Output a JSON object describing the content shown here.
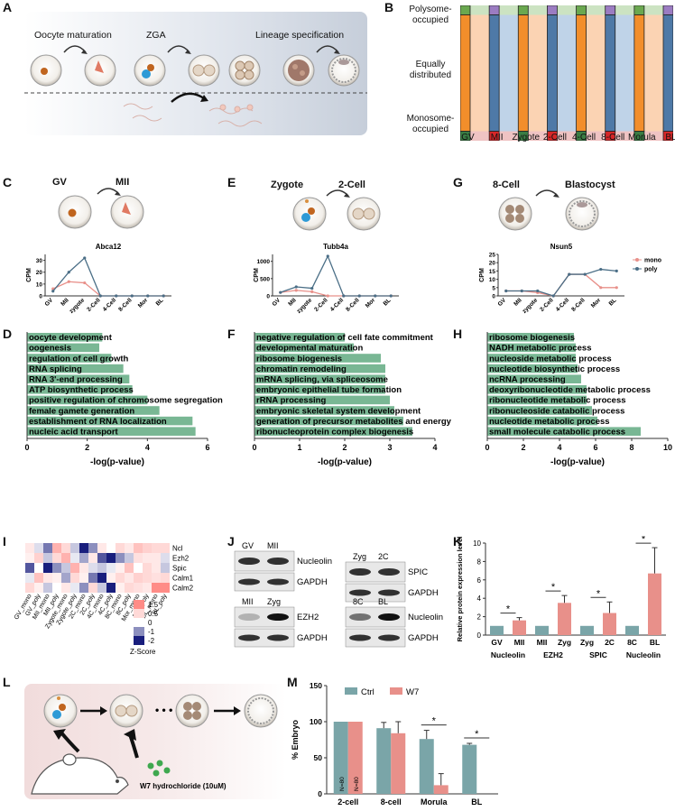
{
  "panels": {
    "A": {
      "label": "A",
      "oocyte_maturation": "Oocyte maturation",
      "zga": "ZGA",
      "lineage": "Lineage specification"
    },
    "B": {
      "label": "B",
      "row_labels": [
        "Polysome-\noccupied",
        "Equally\ndistributed",
        "Monosome-\noccupied"
      ],
      "stages": [
        "GV",
        "MII",
        "Zygote",
        "2-Cell",
        "4-Cell",
        "8-Cell",
        "Morula",
        "BL"
      ]
    },
    "C": {
      "label": "C",
      "from": "GV",
      "to": "MII",
      "gene": "Abca12",
      "ylabel": "CPM"
    },
    "E": {
      "label": "E",
      "from": "Zygote",
      "to": "2-Cell",
      "gene": "Tubb4a",
      "ylabel": "CPM"
    },
    "G": {
      "label": "G",
      "from": "8-Cell",
      "to": "Blastocyst",
      "gene": "Nsun5",
      "ylabel": "CPM",
      "legend_mono": "mono",
      "legend_poly": "poly"
    },
    "line_xticks": [
      "GV",
      "MII",
      "zygote",
      "2-Cell",
      "4-Cell",
      "8-Cell",
      "Mor",
      "BL"
    ],
    "D": {
      "label": "D",
      "xlabel": "-log(p-value)",
      "xticks": [
        "0",
        "2",
        "4",
        "6"
      ]
    },
    "F": {
      "label": "F",
      "xlabel": "-log(p-value)",
      "xticks": [
        "0",
        "1",
        "2",
        "3",
        "4"
      ]
    },
    "H": {
      "label": "H",
      "xlabel": "-log(p-value)",
      "xticks": [
        "0",
        "2",
        "4",
        "6",
        "8",
        "10"
      ]
    },
    "I": {
      "label": "I",
      "genes": [
        "Ncl",
        "Ezh2",
        "Spic",
        "Calm1",
        "Calm2"
      ],
      "columns": [
        "GV_mono",
        "GV_poly",
        "MII_mono",
        "MII_poly",
        "Zygote_mono",
        "Zygote_poly",
        "2C_mono",
        "2C_poly",
        "4C_mono",
        "4C_poly",
        "8C_mono",
        "8C_poly",
        "Mor_mono",
        "Mor_poly",
        "BL_mono",
        "BL_poly"
      ],
      "legend_ticks": [
        "1.5",
        "0.5",
        "0",
        "-1",
        "-2"
      ],
      "legend_title": "Z-Score"
    },
    "J": {
      "label": "J",
      "blots": [
        {
          "lanes": [
            "GV",
            "MII"
          ],
          "top": "Nucleolin",
          "bottom": "GAPDH"
        },
        {
          "lanes": [
            "Zyg",
            "2C"
          ],
          "top": "SPIC",
          "bottom": "GAPDH"
        },
        {
          "lanes": [
            "MII",
            "Zyg"
          ],
          "top": "EZH2",
          "bottom": "GAPDH"
        },
        {
          "lanes": [
            "8C",
            "BL"
          ],
          "top": "Nucleolin",
          "bottom": "GAPDH"
        }
      ]
    },
    "K": {
      "label": "K",
      "ylabel": "Relative protein expression level",
      "ticks": [
        "0",
        "2",
        "4",
        "6",
        "8",
        "10"
      ],
      "group_ticks": [
        "GV",
        "MII",
        "MII",
        "Zyg",
        "Zyg",
        "2C",
        "8C",
        "BL"
      ],
      "group_names": [
        "Nucleolin",
        "EZH2",
        "SPIC",
        "Nucleolin"
      ],
      "star": "*"
    },
    "L": {
      "label": "L",
      "treatment": "W7 hydrochloride (10uM)"
    },
    "M": {
      "label": "M",
      "ylabel": "% Embryo",
      "ticks": [
        "0",
        "50",
        "100",
        "150"
      ],
      "legend": [
        "Ctrl",
        "W7"
      ],
      "n_labels": [
        "N=80",
        "N=80"
      ],
      "star": "*"
    }
  },
  "colors": {
    "mono": "#e8908a",
    "poly": "#4a6e86",
    "go_bar": "#79b794",
    "ctrl": "#7aa5a8",
    "w7": "#e8908a"
  },
  "chart_data": [
    {
      "type": "line",
      "title": "Abca12",
      "ylabel": "CPM",
      "x": [
        "GV",
        "MII",
        "zygote",
        "2-Cell",
        "4-Cell",
        "8-Cell",
        "Mor",
        "BL"
      ],
      "series": [
        {
          "name": "mono",
          "values": [
            6,
            12,
            11,
            0,
            0,
            0,
            0,
            0
          ]
        },
        {
          "name": "poly",
          "values": [
            4,
            20,
            32,
            0,
            0,
            0,
            0,
            0
          ]
        }
      ],
      "ylim": [
        0,
        35
      ]
    },
    {
      "type": "line",
      "title": "Tubb4a",
      "ylabel": "CPM",
      "x": [
        "GV",
        "MII",
        "zygote",
        "2-Cell",
        "4-Cell",
        "8-Cell",
        "Mor",
        "BL"
      ],
      "series": [
        {
          "name": "mono",
          "values": [
            100,
            160,
            120,
            0,
            0,
            0,
            0,
            0
          ]
        },
        {
          "name": "poly",
          "values": [
            100,
            260,
            220,
            1150,
            0,
            0,
            0,
            0
          ]
        }
      ],
      "ylim": [
        0,
        1200
      ]
    },
    {
      "type": "line",
      "title": "Nsun5",
      "ylabel": "CPM",
      "x": [
        "GV",
        "MII",
        "zygote",
        "2-Cell",
        "4-Cell",
        "8-Cell",
        "Mor",
        "BL"
      ],
      "series": [
        {
          "name": "mono",
          "values": [
            3,
            3,
            2,
            0,
            13,
            13,
            5,
            5
          ]
        },
        {
          "name": "poly",
          "values": [
            3,
            3,
            3,
            0,
            13,
            13,
            16,
            15
          ]
        }
      ],
      "ylim": [
        0,
        25
      ]
    },
    {
      "type": "bar",
      "orientation": "horizontal",
      "xlabel": "-log(p-value)",
      "xlim": [
        0,
        6
      ],
      "categories": [
        "oocyte development",
        "oogenesis",
        "regulation of cell growth",
        "RNA splicing",
        "RNA 3'-end processing",
        "ATP biosynthetic process",
        "positive regulation of chromosome segregation",
        "female gamete generation",
        "establishment of RNA localization",
        "nucleic acid transport"
      ],
      "values": [
        2.5,
        2.4,
        2.8,
        3.2,
        3.4,
        3.5,
        4.0,
        4.4,
        5.5,
        5.6
      ]
    },
    {
      "type": "bar",
      "orientation": "horizontal",
      "xlabel": "-log(p-value)",
      "xlim": [
        0,
        4
      ],
      "categories": [
        "negative regulation of cell fate commitment",
        "developmental maturation",
        "ribosome biogenesis",
        "chromatin remodeling",
        "mRNA splicing, via spliceosome",
        "embryonic epithelial tube formation",
        "rRNA processing",
        "embryonic skeletal system development",
        "generation of precursor metabolites and energy",
        "ribonucleoprotein complex biogenesis"
      ],
      "values": [
        2.0,
        2.2,
        2.8,
        2.9,
        2.9,
        2.9,
        3.0,
        3.1,
        3.3,
        3.5
      ]
    },
    {
      "type": "bar",
      "orientation": "horizontal",
      "xlabel": "-log(p-value)",
      "xlim": [
        0,
        10
      ],
      "categories": [
        "ribosome biogenesis",
        "NADH metabolic process",
        "nucleoside metabolic process",
        "nucleotide biosynthetic process",
        "ncRNA processing",
        "deoxyribonucleotide metabolic process",
        "ribonucleotide metabolic process",
        "ribonucleoside catabolic process",
        "nucleotide metabolic process",
        "small molecule catabolic process"
      ],
      "values": [
        4.8,
        4.9,
        4.9,
        5.0,
        5.2,
        5.5,
        5.5,
        5.8,
        6.1,
        8.5
      ]
    },
    {
      "type": "heatmap",
      "rows": [
        "Ncl",
        "Ezh2",
        "Spic",
        "Calm1",
        "Calm2"
      ],
      "columns": [
        "GV_mono",
        "GV_poly",
        "MII_mono",
        "MII_poly",
        "Zygote_mono",
        "Zygote_poly",
        "2C_mono",
        "2C_poly",
        "4C_mono",
        "4C_poly",
        "8C_mono",
        "8C_poly",
        "Mor_mono",
        "Mor_poly",
        "BL_mono",
        "BL_poly"
      ],
      "values": [
        [
          0.3,
          -0.3,
          -1.2,
          1.0,
          0.5,
          -0.5,
          -2.0,
          -1.0,
          0.3,
          0.0,
          0.5,
          0.3,
          0.8,
          0.6,
          0.5,
          0.5
        ],
        [
          0.2,
          0.6,
          -0.5,
          0.5,
          1.0,
          -0.2,
          -0.8,
          0.3,
          -1.5,
          -2.0,
          -1.0,
          -0.5,
          0.4,
          0.3,
          0.3,
          -0.3
        ],
        [
          -1.5,
          0.0,
          -2.0,
          -1.0,
          -0.5,
          1.0,
          0.3,
          -0.3,
          -0.5,
          -0.2,
          0.2,
          0.8,
          0.0,
          0.5,
          0.3,
          -0.5
        ],
        [
          -0.2,
          0.8,
          0.3,
          0.2,
          -0.8,
          0.5,
          0.2,
          -1.2,
          -2.0,
          0.2,
          0.5,
          0.3,
          0.6,
          0.5,
          0.4,
          0.5
        ],
        [
          0.5,
          0.2,
          -0.5,
          0.0,
          0.3,
          -0.2,
          -1.0,
          0.5,
          -0.5,
          -2.0,
          0.2,
          0.5,
          0.4,
          0.3,
          1.5,
          1.5
        ]
      ],
      "zlim": [
        -2,
        1.5
      ]
    },
    {
      "type": "bar",
      "ylabel": "Relative protein expression level",
      "ylim": [
        0,
        10
      ],
      "categories": [
        "GV",
        "MII",
        "MII",
        "Zyg",
        "Zyg",
        "2C",
        "8C",
        "BL"
      ],
      "values": [
        1,
        1.6,
        1,
        3.5,
        1,
        2.4,
        1,
        6.7
      ],
      "errors": [
        0,
        0.3,
        0,
        0.8,
        0,
        1.2,
        0,
        2.8
      ]
    },
    {
      "type": "bar",
      "ylabel": "% Embryo",
      "ylim": [
        0,
        150
      ],
      "categories": [
        "2-cell",
        "8-cell",
        "Morula",
        "BL"
      ],
      "series": [
        {
          "name": "Ctrl",
          "values": [
            100,
            91,
            76,
            68
          ],
          "errors": [
            0,
            8,
            12,
            2
          ]
        },
        {
          "name": "W7",
          "values": [
            100,
            84,
            12,
            0
          ],
          "errors": [
            0,
            16,
            16,
            0
          ]
        }
      ]
    }
  ]
}
